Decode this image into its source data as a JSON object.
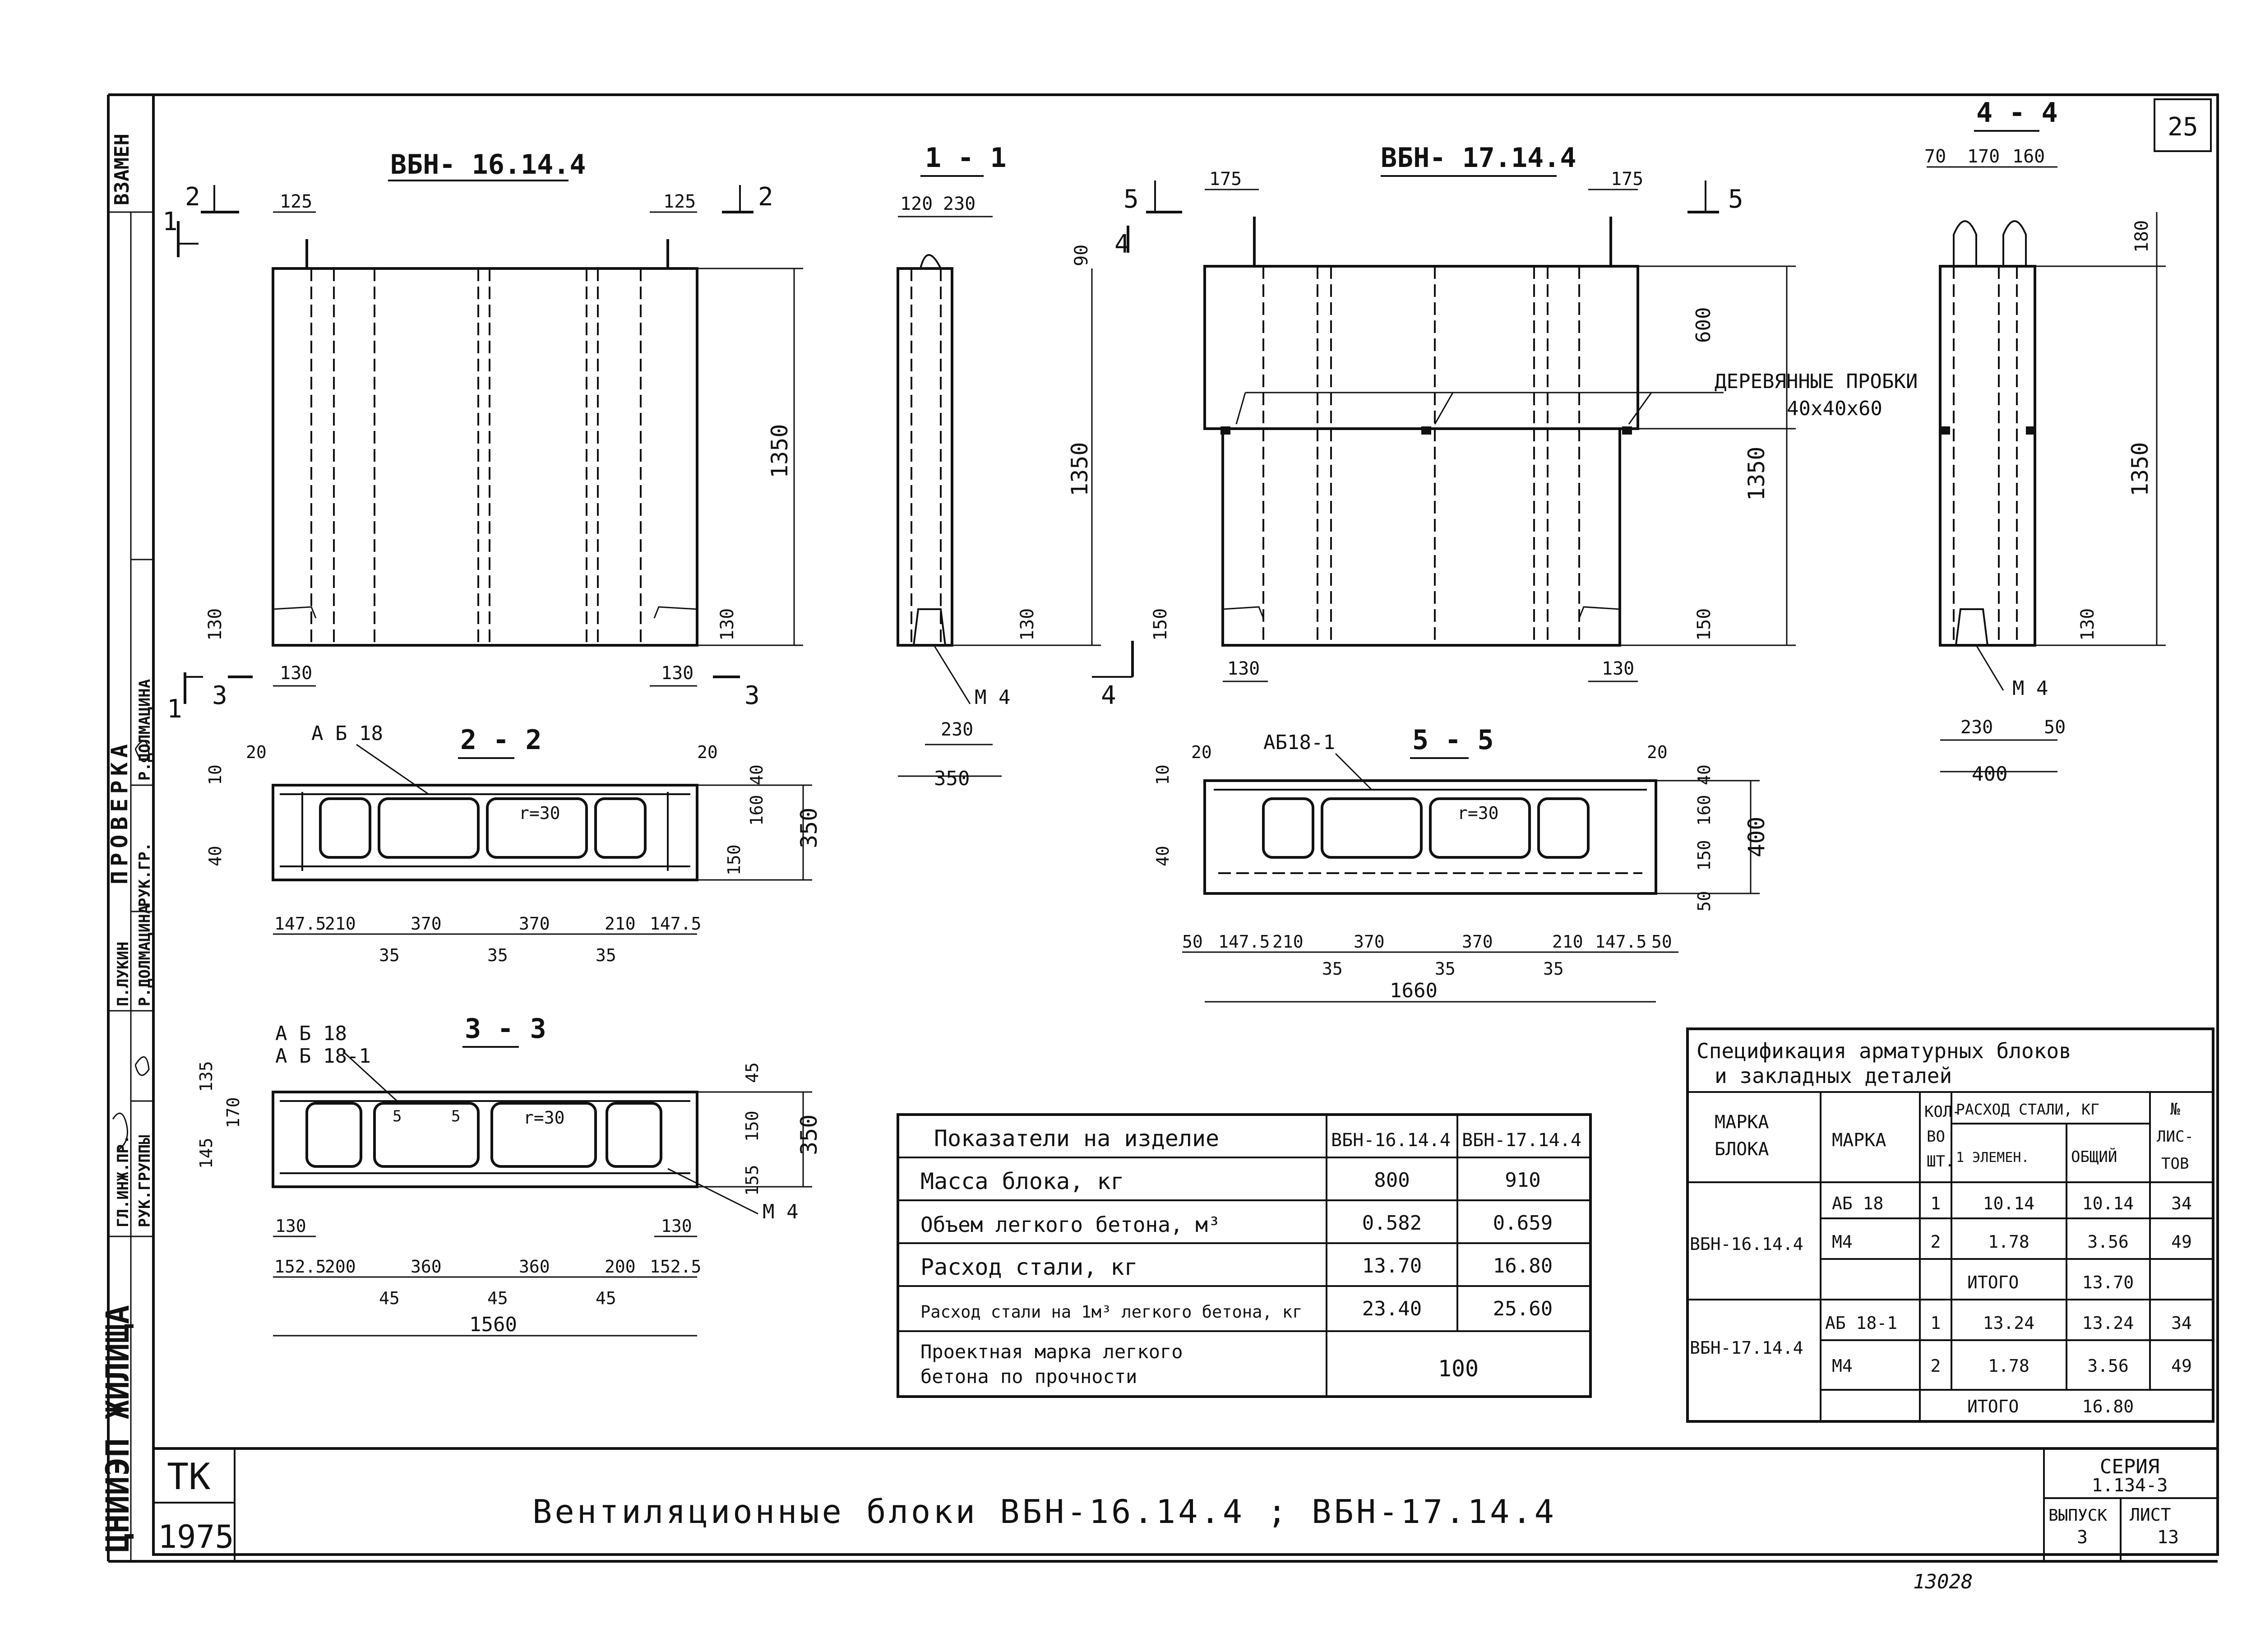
{
  "sheet": {
    "number": "25",
    "title": "Вентиляционные блоки ВБН-16.14.4 ; ВБН-17.14.4",
    "tk": "ТК",
    "year": "1975",
    "series_label": "СЕРИЯ",
    "series_value": "1.134-3",
    "issue_label": "ВЫПУСК",
    "issue_value": "3",
    "sheet_label": "ЛИСТ",
    "sheet_value": "13",
    "stamp_number": "13028"
  },
  "sidebar": {
    "replace": "ВЗАМЕН",
    "checked": "ПРОВЕРКА",
    "org": "ЦНИИЭП ЖИЛИЩА",
    "roles": [
      "ГЛ.ИНЖ.ПР.",
      "РУК.ГРУППЫ",
      "РУК.ГР."
    ],
    "names": [
      "П.ЛУКИН",
      "Р.ДОЛМАЦИНА",
      "Р.ДОЛМАЦИНА"
    ]
  },
  "views": {
    "v1_title": "ВБН- 16.14.4",
    "v2_title": "ВБН- 17.14.4",
    "s11": "1 - 1",
    "s44": "4 - 4",
    "s22": "2 - 2",
    "s55": "5 - 5",
    "s33": "3 - 3",
    "cut_marks": [
      "1",
      "2",
      "3",
      "4",
      "5"
    ],
    "plug_note_1": "ДЕРЕВЯННЫЕ ПРОБКИ",
    "plug_note_2": "40x40x60",
    "labels": {
      "ab18": "А Б 18",
      "ab18_1": "АБ18-1",
      "ab18_1b": "А Б 18-1",
      "m4": "М 4",
      "r30": "r=30"
    },
    "dims_v1": [
      "125",
      "125",
      "1350",
      "130",
      "130",
      "130",
      "130"
    ],
    "dims_v2": [
      "175",
      "175",
      "600",
      "1350",
      "150",
      "150",
      "130",
      "130"
    ],
    "dims_s11": [
      "120",
      "230",
      "90",
      "1350",
      "130",
      "230",
      "350"
    ],
    "dims_s44": [
      "70",
      "170",
      "160",
      "180",
      "1350",
      "130",
      "230",
      "50",
      "400"
    ],
    "dims_s22": [
      "20",
      "20",
      "10",
      "40",
      "40",
      "160",
      "150",
      "350",
      "147.5",
      "210",
      "370",
      "370",
      "210",
      "147.5",
      "35",
      "35",
      "35"
    ],
    "dims_s55": [
      "20",
      "20",
      "10",
      "40",
      "40",
      "160",
      "150",
      "50",
      "400",
      "50",
      "147.5",
      "210",
      "370",
      "370",
      "210",
      "147.5",
      "50",
      "35",
      "35",
      "35",
      "1660"
    ],
    "dims_s33": [
      "135",
      "145",
      "170",
      "45",
      "150",
      "155",
      "350",
      "130",
      "130",
      "152.5",
      "200",
      "360",
      "360",
      "200",
      "152.5",
      "45",
      "45",
      "45",
      "1560",
      "5",
      "5"
    ]
  },
  "indicators": {
    "headers": [
      "Показатели на изделие",
      "ВБН-16.14.4",
      "ВБН-17.14.4"
    ],
    "rows": [
      {
        "label": "Масса блока, кг",
        "a": "800",
        "b": "910"
      },
      {
        "label": "Объем легкого бетона, м³",
        "a": "0.582",
        "b": "0.659"
      },
      {
        "label": "Расход стали, кг",
        "a": "13.70",
        "b": "16.80"
      },
      {
        "label": "Расход стали на 1м³ легкого бетона, кг",
        "a": "23.40",
        "b": "25.60"
      }
    ],
    "grade_label_1": "Проектная марка легкого",
    "grade_label_2": "бетона по прочности",
    "grade_value": "100"
  },
  "spec": {
    "title_1": "Спецификация арматурных блоков",
    "title_2": "и закладных деталей",
    "h_block": [
      "МАРКА",
      "БЛОКА"
    ],
    "h_mark": "МАРКА",
    "h_qty": [
      "КОЛ-",
      "ВО",
      "ШТ."
    ],
    "h_steel": "РАСХОД СТАЛИ, КГ",
    "h_one": "1 ЭЛЕМЕН.",
    "h_total": "ОБЩИЙ",
    "h_sheets": [
      "№",
      "ЛИС-",
      "ТОВ"
    ],
    "groups": [
      {
        "block": "ВБН-16.14.4",
        "rows": [
          {
            "mark": "АБ 18",
            "qty": "1",
            "one": "10.14",
            "total": "10.14",
            "sheet": "34"
          },
          {
            "mark": "М4",
            "qty": "2",
            "one": "1.78",
            "total": "3.56",
            "sheet": "49"
          }
        ],
        "itogo_label": "ИТОГО",
        "itogo": "13.70"
      },
      {
        "block": "ВБН-17.14.4",
        "rows": [
          {
            "mark": "АБ 18-1",
            "qty": "1",
            "one": "13.24",
            "total": "13.24",
            "sheet": "34"
          },
          {
            "mark": "М4",
            "qty": "2",
            "one": "1.78",
            "total": "3.56",
            "sheet": "49"
          }
        ],
        "itogo_label": "ИТОГО",
        "itogo": "16.80"
      }
    ]
  }
}
